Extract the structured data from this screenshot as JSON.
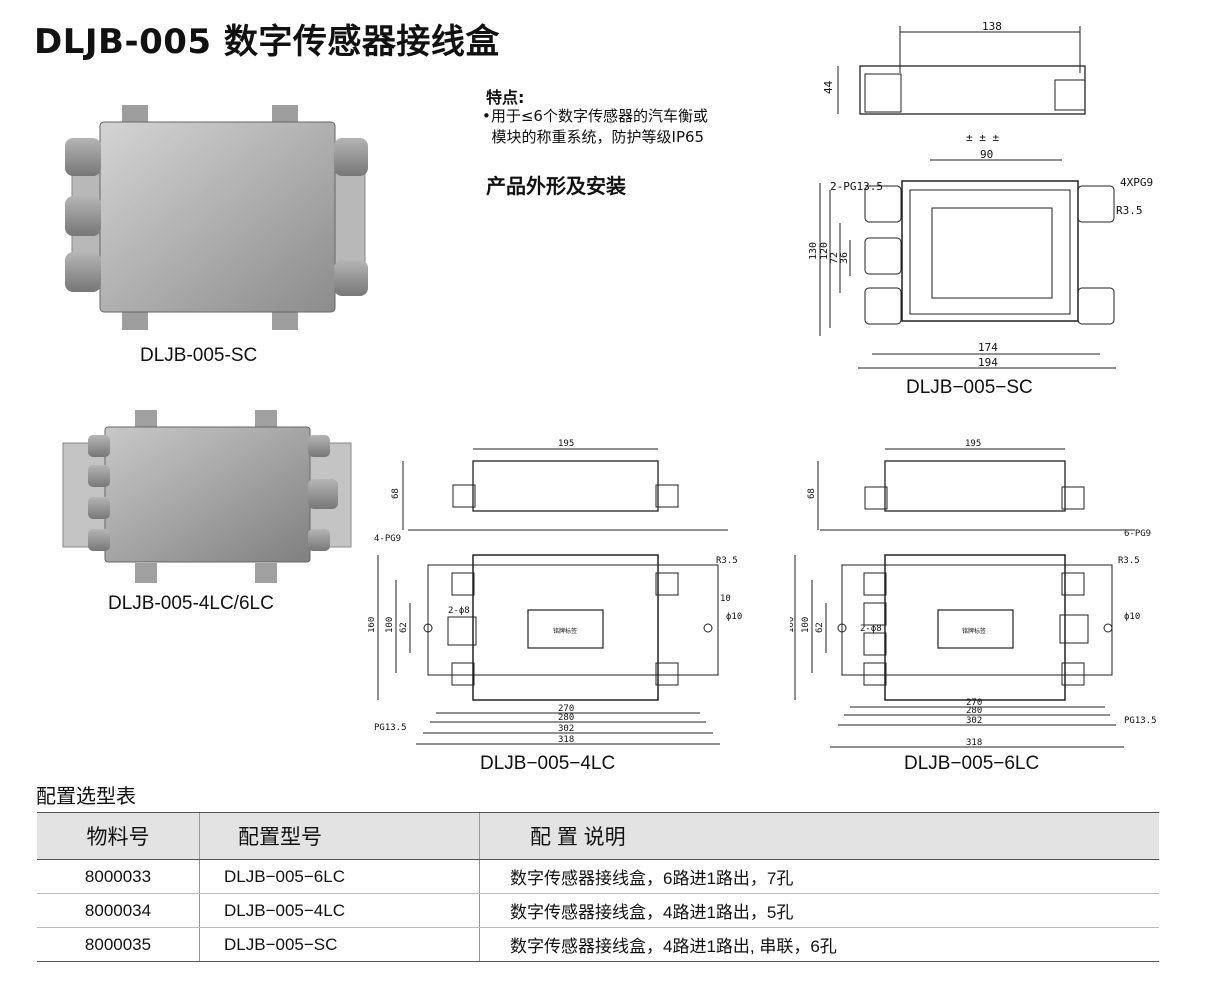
{
  "title": "DLJB-005 数字传感器接线盒",
  "features": {
    "heading": "特点:",
    "lines": [
      "•用于≤6个数字传感器的汽车衡或",
      "  模块的称重系统，防护等级IP65"
    ]
  },
  "shape_heading": "产品外形及安装",
  "photos": [
    {
      "caption": "DLJB-005-SC"
    },
    {
      "caption": "DLJB-005-4LC/6LC"
    }
  ],
  "drawings": {
    "sc": {
      "caption": "DLJB−005−SC",
      "dims": {
        "top_width": "138",
        "height": "44",
        "inner_width": "90",
        "port_left": "2-PG13.5",
        "port_right": "4XPG9",
        "radius": "R3.5",
        "h130": "130",
        "h120": "120",
        "h72": "72",
        "h36": "36",
        "w174": "174",
        "w194": "194"
      }
    },
    "lc4": {
      "caption": "DLJB−005−4LC",
      "dims": {
        "top_width": "195",
        "height": "68",
        "ports": "4-PG9",
        "radius": "R3.5",
        "holes": "2-ϕ8",
        "hole_dia": "ϕ10",
        "slot": "10",
        "h160": "160",
        "h100": "100",
        "h62": "62",
        "w270": "270",
        "w280": "280",
        "w302": "302",
        "w318": "318",
        "gland": "PG13.5",
        "label": "铭牌标签"
      }
    },
    "lc6": {
      "caption": "DLJB−005−6LC",
      "dims": {
        "top_width": "195",
        "height": "68",
        "ports": "6-PG9",
        "radius": "R3.5",
        "holes": "2-ϕ8",
        "hole_dia": "ϕ10",
        "h160": "160",
        "h100": "100",
        "h62": "62",
        "w270": "270",
        "w280": "280",
        "w302": "302",
        "w318": "318",
        "gland": "PG13.5",
        "label": "铭牌标签"
      }
    }
  },
  "table": {
    "title": "配置选型表",
    "headers": [
      "物料号",
      "配置型号",
      "配 置 说明"
    ],
    "rows": [
      [
        "8000033",
        "DLJB−005−6LC",
        "数字传感器接线盒，6路进1路出，7孔"
      ],
      [
        "8000034",
        "DLJB−005−4LC",
        "数字传感器接线盒，4路进1路出，5孔"
      ],
      [
        "8000035",
        "DLJB−005−SC",
        "数字传感器接线盒，4路进1路出, 串联，6孔"
      ]
    ]
  },
  "colors": {
    "steel_light": "#cfcfcf",
    "steel_dark": "#8a8a8a",
    "gland": "#9a9a9a",
    "table_header": "#e3e3e3"
  }
}
